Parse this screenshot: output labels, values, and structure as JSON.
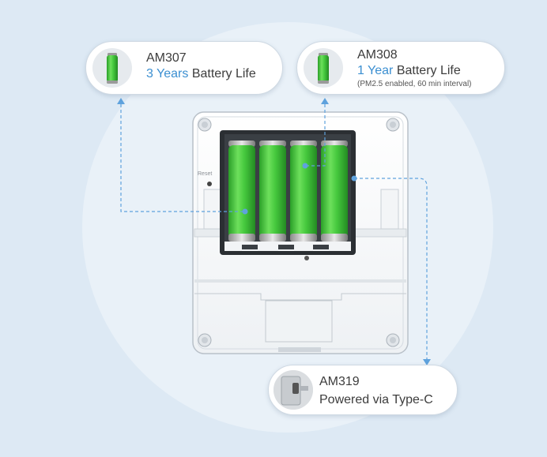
{
  "callouts": {
    "am307": {
      "model": "AM307",
      "highlight": "3 Years",
      "suffix": " Battery Life"
    },
    "am308": {
      "model": "AM308",
      "highlight": "1 Year",
      "suffix": " Battery Life",
      "note": "(PM2.5 enabled, 60 min interval)"
    },
    "am319": {
      "model": "AM319",
      "description": "Powered via Type-C"
    }
  },
  "device": {
    "reset_label": "Reset",
    "battery_count": 4
  },
  "colors": {
    "accent": "#3b8fd1",
    "battery_green": "#45c83d",
    "connector": "#5fa2dd"
  }
}
